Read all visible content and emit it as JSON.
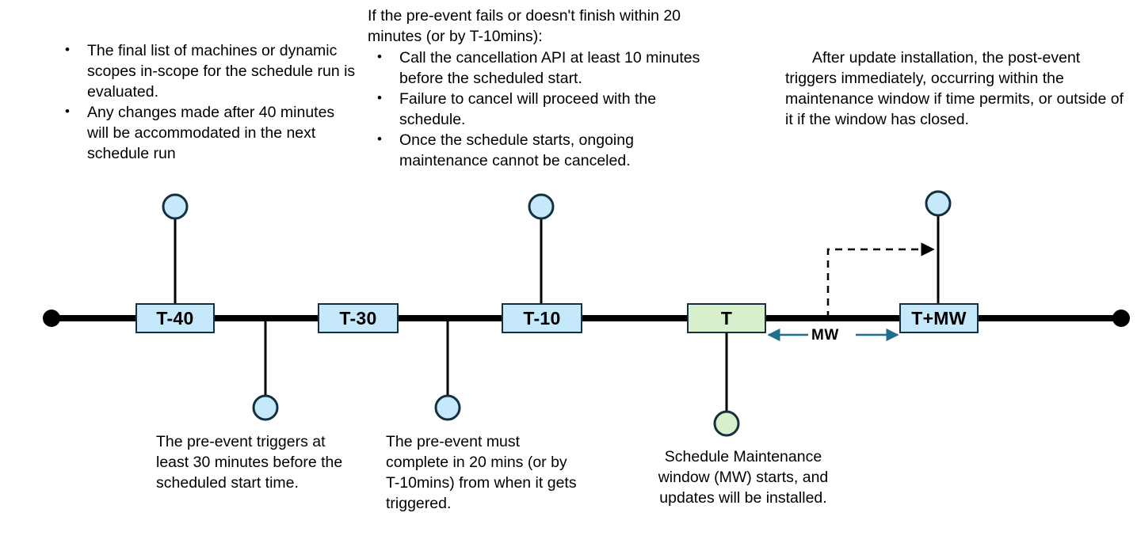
{
  "colors": {
    "node_blue_fill": "#c5e8fa",
    "node_green_fill": "#d8efcc",
    "node_stroke": "#14303f",
    "timeline_stroke": "#000000",
    "mw_arrow": "#1f6e8c",
    "text": "#000000"
  },
  "notes": {
    "top_left": {
      "bullets": [
        "The final list of machines or dynamic scopes in-scope for the schedule run is evaluated.",
        "Any changes made after 40 minutes will be accommodated in the next schedule run"
      ]
    },
    "top_middle": {
      "lead": "If the pre-event fails or doesn't finish within 20 minutes (or by T-10mins):",
      "bullets": [
        "Call the cancellation API at least 10 minutes before the scheduled start.",
        "Failure to cancel will proceed with the schedule.",
        "Once the schedule starts, ongoing maintenance cannot be canceled."
      ]
    },
    "top_right": {
      "text": "After update installation, the post-event triggers immediately, occurring within the maintenance window if time permits, or outside of it if the window has closed."
    },
    "bottom_left": {
      "text": "The pre-event triggers at least 30 minutes before the scheduled start time."
    },
    "bottom_middle": {
      "text": "The pre-event must complete in 20 mins (or by T-10mins) from when it gets triggered."
    },
    "bottom_right": {
      "text": "Schedule Maintenance window (MW) starts, and updates will be installed."
    }
  },
  "timeline": {
    "nodes": [
      {
        "id": "t-minus-40",
        "label": "T-40",
        "style": "blue"
      },
      {
        "id": "t-minus-30",
        "label": "T-30",
        "style": "blue"
      },
      {
        "id": "t-minus-10",
        "label": "T-10",
        "style": "blue"
      },
      {
        "id": "t",
        "label": "T",
        "style": "green"
      },
      {
        "id": "t-plus-mw",
        "label": "T+MW",
        "style": "blue"
      }
    ],
    "mw_span_label": "MW"
  },
  "markers": {
    "above": [
      {
        "id": "marker-t40",
        "style": "blue"
      },
      {
        "id": "marker-t10",
        "style": "blue"
      },
      {
        "id": "marker-tmw",
        "style": "blue"
      }
    ],
    "below": [
      {
        "id": "marker-pre-event-trigger",
        "style": "blue"
      },
      {
        "id": "marker-pre-event-complete",
        "style": "blue"
      },
      {
        "id": "marker-mw-start",
        "style": "green"
      }
    ]
  }
}
